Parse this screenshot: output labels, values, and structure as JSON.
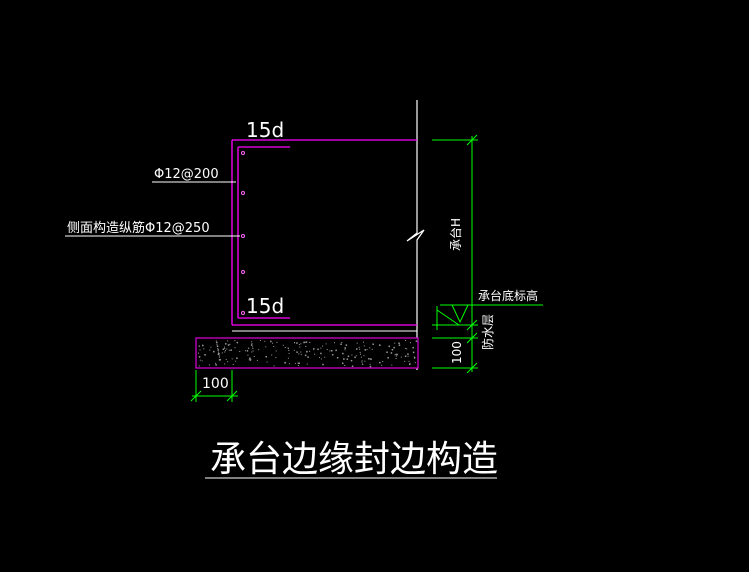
{
  "labels": {
    "top_anchor": "15d",
    "bottom_anchor": "15d",
    "rebar_spec": "Φ12@200",
    "side_rebar": "侧面构造纵筋Φ12@250",
    "cap_thickness": "承台H",
    "cap_bottom_elevation": "承台底标高",
    "waterproof_layer": "防水层",
    "pad_thickness": "100",
    "pad_extension": "100"
  },
  "title": "承台边缘封边构造",
  "colors": {
    "background": "#000000",
    "rebar": "#ff00ff",
    "concrete_outline": "#ffffff",
    "dimension": "#00ff00",
    "pad_border": "#cc00cc",
    "pad_fill": "#888888",
    "text": "#ffffff"
  }
}
